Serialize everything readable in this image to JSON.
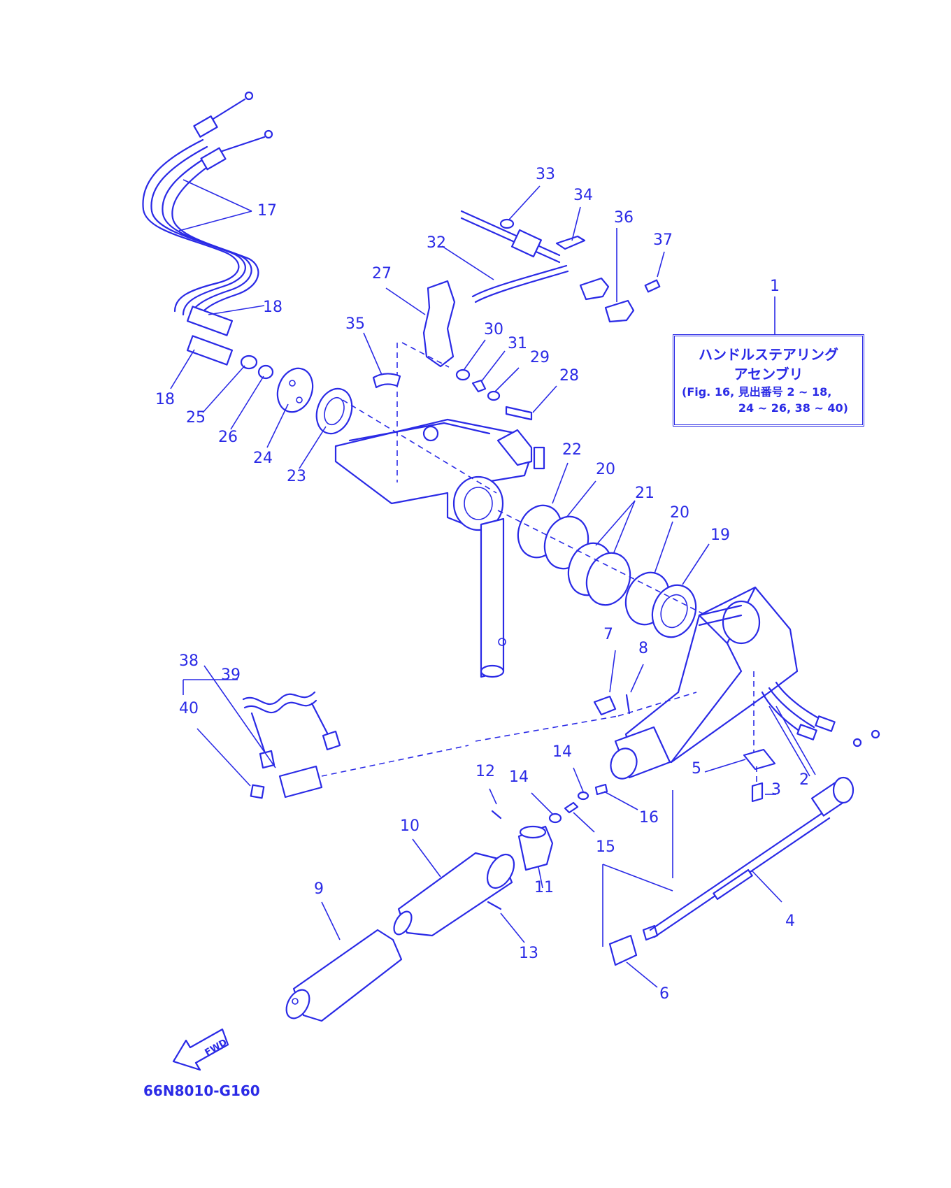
{
  "diagram": {
    "part_code": "66N8010-G160",
    "fwd_label": "FWD",
    "assembly_box": {
      "line1": "ハンドルステアリング",
      "line2": "アセンブリ",
      "line3": "(Fig. 16, 見出番号 2 ~ 18,",
      "line4": "24 ~ 26, 38 ~ 40)"
    },
    "callouts": [
      "1",
      "2",
      "3",
      "4",
      "5",
      "6",
      "7",
      "8",
      "9",
      "10",
      "11",
      "12",
      "13",
      "14",
      "14",
      "15",
      "16",
      "17",
      "18",
      "18",
      "19",
      "20",
      "20",
      "21",
      "22",
      "23",
      "24",
      "25",
      "26",
      "27",
      "28",
      "29",
      "30",
      "31",
      "32",
      "33",
      "34",
      "35",
      "36",
      "37",
      "38",
      "39",
      "40"
    ]
  }
}
